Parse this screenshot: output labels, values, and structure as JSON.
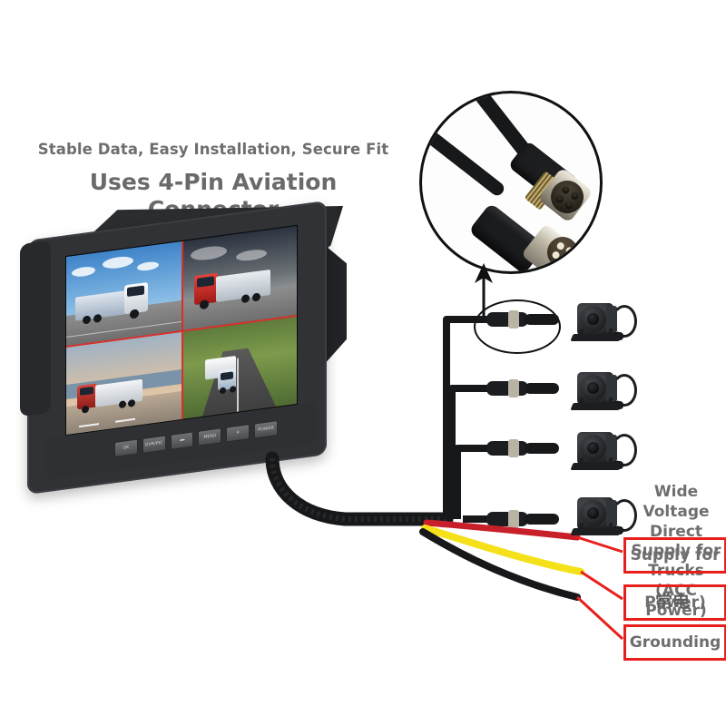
{
  "headline": {
    "subtitle": "Stable Data, Easy Installation, Secure Fit",
    "title_line1": "Uses 4-Pin Aviation",
    "title_line2": "Connector"
  },
  "magnifier": {
    "name": "4-pin-aviation-connector-closeup",
    "male_connector": "male 4-pin aviation plug",
    "female_connector": "female 4-pin aviation socket",
    "pin_count": 4
  },
  "monitor": {
    "name": "quad-view-truck-monitor",
    "buttons": [
      "OK",
      "DVR/PIC",
      "◄►",
      "MENU",
      "☀",
      "POWER"
    ],
    "screen": {
      "layout": "quad",
      "divider_color": "#d8302a",
      "quadrants": [
        {
          "id": "q1",
          "scene": "white truck on highway, blue sky"
        },
        {
          "id": "q2",
          "scene": "red truck on highway, dark clouds"
        },
        {
          "id": "q3",
          "scene": "red truck by lakeside road, dusk"
        },
        {
          "id": "q4",
          "scene": "white truck on green countryside highway"
        }
      ]
    }
  },
  "cameras": {
    "count": 4,
    "label": "mini box camera with bracket and pigtail"
  },
  "wires": [
    {
      "name": "acc-power-wire",
      "color": "#c8202a",
      "label_ref": "supply"
    },
    {
      "name": "constant-power-wire",
      "color": "#f5e11a",
      "label_ref": "acc"
    },
    {
      "name": "ground-wire",
      "color": "#18181a",
      "label_ref": "ground"
    }
  ],
  "labels": {
    "background_text": "Wide Voltage Direct Supply for Trucks (ACC Power)",
    "box_supply": "Supply for",
    "box_acc_cn": "常电",
    "box_acc_en": "Power)",
    "box_ground": "Grounding",
    "box_border_color": "#e8201d",
    "text_color": "#6e6e6e"
  },
  "colors": {
    "accent_red": "#e8201d",
    "screen_divider": "#d8302a",
    "text_gray": "#6e6e6e",
    "cable_black": "#17181a"
  }
}
